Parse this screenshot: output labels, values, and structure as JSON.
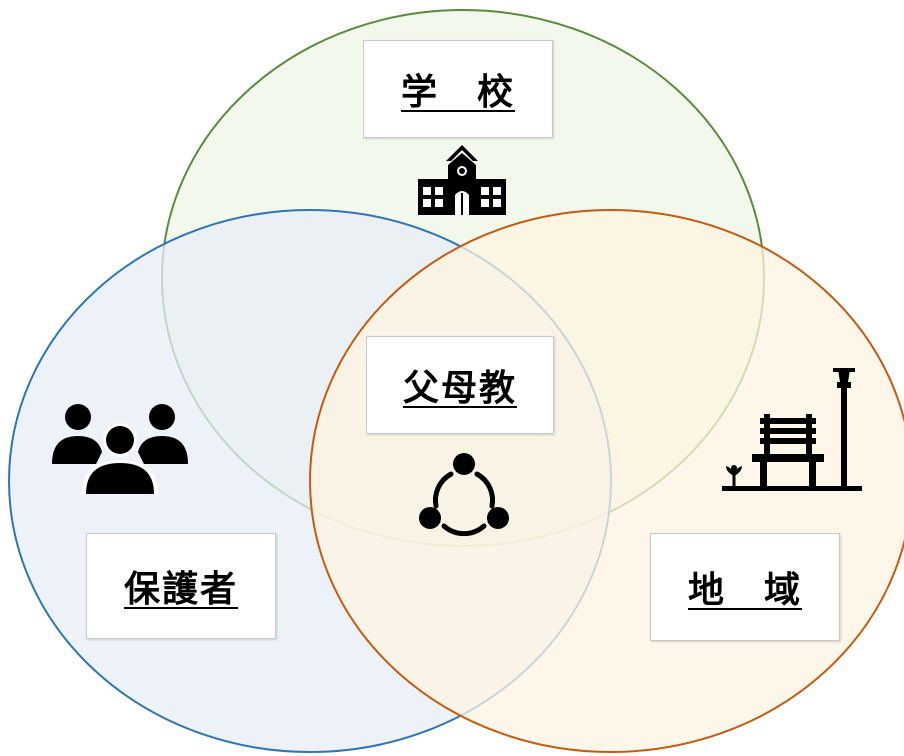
{
  "circles": {
    "school": {
      "fill": "#eef5e6",
      "stroke": "#5a8a3c"
    },
    "parents": {
      "fill": "#e7eef7",
      "stroke": "#2e75b6"
    },
    "community": {
      "fill": "#fdf4e1",
      "stroke": "#c55a11"
    }
  },
  "labels": {
    "school": "学　校",
    "pta": "父母教",
    "parents": "保護者",
    "community": "地　域"
  },
  "icons": {
    "school": "school-building-icon",
    "parents": "people-group-icon",
    "pta": "cycle-network-icon",
    "community": "park-bench-streetlamp-icon"
  }
}
